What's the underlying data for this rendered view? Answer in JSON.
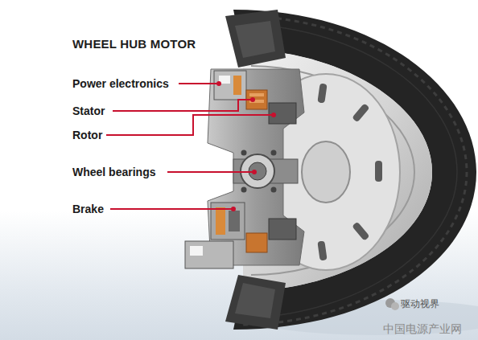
{
  "diagram": {
    "title": "WHEEL HUB MOTOR",
    "labels": [
      "Power electronics",
      "Stator",
      "Rotor",
      "Wheel bearings",
      "Brake",
      "驱动视界",
      "中国电源产业网"
    ]
  }
}
